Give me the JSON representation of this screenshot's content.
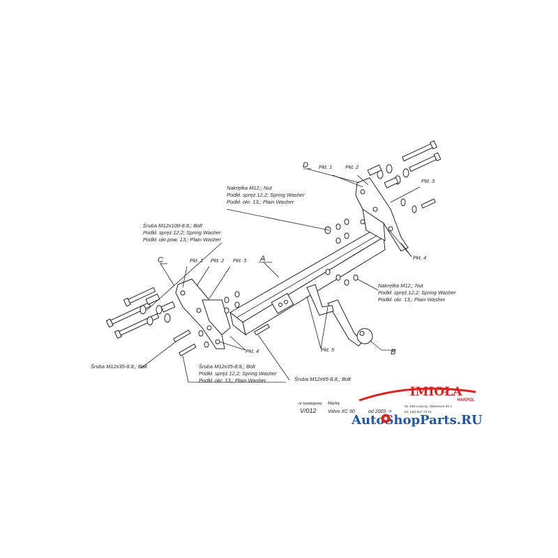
{
  "callouts": {
    "A": "A",
    "B": "B",
    "C": "C",
    "D": "D",
    "pkt1_left": "Pkt. 1",
    "pkt2_left": "Pkt. 2",
    "pkt3_left": "Pkt. 3",
    "pkt4_left": "Pkt. 4",
    "pkt1_right": "Pkt. 1",
    "pkt2_right": "Pkt. 2",
    "pkt3_right": "Pkt. 3",
    "pkt4_right": "Pkt. 4",
    "pkt5": "Pkt. 5"
  },
  "notes": {
    "top_center": [
      "Nakrętka M12,; Nut",
      "Podkł. spręż.12,2; Spring Washer",
      "Podkł. okr. 13,; Plain Washer"
    ],
    "left": [
      "Śruba M12x100-8.8,; Bolt",
      "Podkł. spręż.12,2; Spring Washer",
      "Podkł. okr.pow. 13,; Plain Washer"
    ],
    "right": [
      "Nakrętka M12,; Nut",
      "Podkł. spręż.12,2; Spring Washer",
      "Podkł. okr. 13,; Plain Washer"
    ],
    "bottom_left": [
      "Śruba M12x35-8.8,; Bolt"
    ],
    "bottom_mid": [
      "Śruba M12x35-8.8,; Bolt",
      "Podkł. spręż.12,2; Spring Washer",
      "Podkł. okr. 13,; Plain Washer"
    ],
    "bottom_right": [
      "Śruba M12x65-8.8,; Bolt"
    ]
  },
  "title_block": {
    "header_catalog": "nr katalogowy",
    "header_brand": "Marka",
    "catalog_number": "V/012",
    "vehicle": "Volvo XC 90",
    "years": "od 2003 ->",
    "company_name": "IMIOŁA",
    "company_sub": "HAKPOL",
    "company_address": "91-338 Łowiczy, Ołtarzewo 29 A",
    "company_phone": "tel. (46) 837 73 21"
  },
  "watermark": "AutoShopParts.RU",
  "colors": {
    "brand_red": "#d8231f",
    "watermark_blue": "#1f57a8",
    "line": "#222222"
  }
}
